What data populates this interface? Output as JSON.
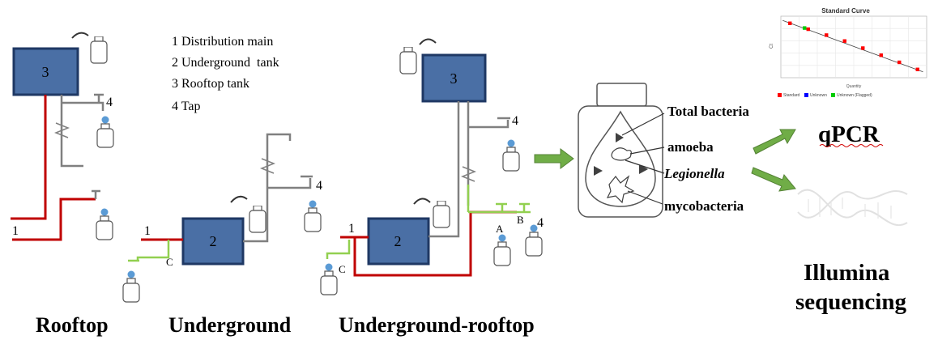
{
  "colors": {
    "tank_fill": "#4a6fa5",
    "tank_stroke": "#1f3864",
    "main_pipe": "#c00000",
    "branch_pipe": "#808080",
    "tap_pipe": "#92d050",
    "arrow": "#70ad47",
    "bottle_cap": "#5b9bd5",
    "std_series": "#ff0000",
    "unknown_series": "#0000ff",
    "flagged_series": "#00cc00"
  },
  "legend": {
    "item1": "1 Distribution main",
    "item2": "2 Underground  tank",
    "item3": "3 Rooftop tank",
    "item4": "4 Tap"
  },
  "systems": {
    "rooftop": {
      "title": "Rooftop",
      "tank_number": "3",
      "main_number": "1",
      "tap_number": "4"
    },
    "underground": {
      "title": "Underground",
      "tank_number": "2",
      "main_number": "1",
      "tap_number": "4",
      "tap_c": "C"
    },
    "underground_rooftop": {
      "title": "Underground-rooftop",
      "tank_rooftop": "3",
      "tank_underground": "2",
      "main_number": "1",
      "tap_number": "4",
      "tap_a": "A",
      "tap_b": "B",
      "tap_c": "C"
    }
  },
  "sample": {
    "total_bacteria": "Total bacteria",
    "amoeba": "amoeba",
    "legionella": "Legionella",
    "mycobacteria": "mycobacteria"
  },
  "methods": {
    "qpcr": "qPCR",
    "illumina_line1": "Illumina",
    "illumina_line2": "sequencing"
  },
  "chart_data": {
    "type": "scatter",
    "title": "Standard Curve",
    "xlabel": "Quantity",
    "ylabel": "Ct",
    "legend": [
      "Standard",
      "Unknown",
      "Unknown (Flagged)"
    ],
    "standard": [
      [
        1,
        33
      ],
      [
        2,
        30.5
      ],
      [
        3,
        28
      ],
      [
        4,
        25.5
      ],
      [
        5,
        22.5
      ],
      [
        6,
        19.5
      ],
      [
        7,
        16.5
      ],
      [
        8,
        13.5
      ]
    ],
    "flagged": [
      [
        1.8,
        31
      ]
    ]
  }
}
